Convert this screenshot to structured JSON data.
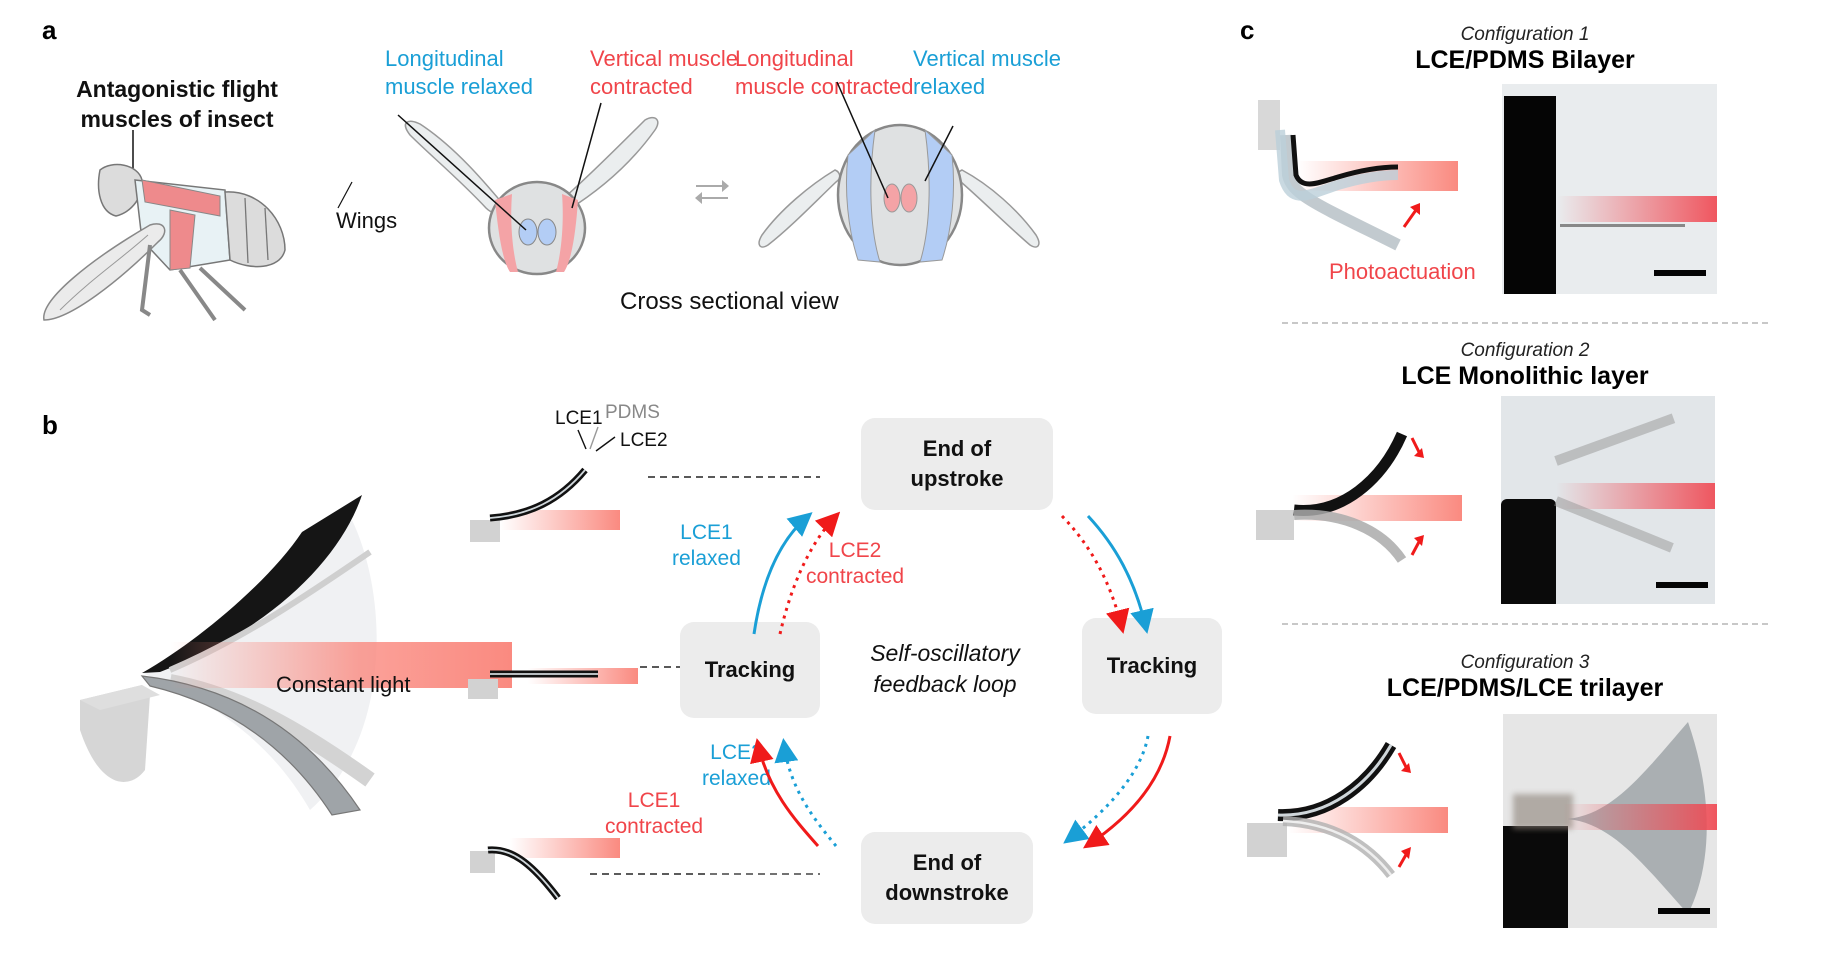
{
  "panels": {
    "a": {
      "label": "a",
      "title_line1": "Antagonistic flight",
      "title_line2": "muscles of insect",
      "left_state": {
        "longitudinal_line1": "Longitudinal",
        "longitudinal_line2": "muscle relaxed",
        "vertical_line1": "Vertical muscle",
        "vertical_line2": "contracted",
        "wings": "Wings"
      },
      "right_state": {
        "longitudinal_line1": "Longitudinal",
        "longitudinal_line2": "muscle contracted",
        "vertical_line1": "Vertical muscle",
        "vertical_line2": "relaxed"
      },
      "caption": "Cross sectional view",
      "icons": [
        "insect-illustration",
        "thorax-cross-section-icon",
        "equilibrium-arrows-icon"
      ]
    },
    "b": {
      "label": "b",
      "constant_light": "Constant light",
      "layers": {
        "lce1": "LCE1",
        "pdms": "PDMS",
        "lce2": "LCE2"
      },
      "center_line1": "Self-oscillatory",
      "center_line2": "feedback loop",
      "nodes": {
        "top_line1": "End of",
        "top_line2": "upstroke",
        "left": "Tracking",
        "right": "Tracking",
        "bottom_line1": "End of",
        "bottom_line2": "downstroke"
      },
      "arrow_labels": {
        "up_left_blue_1": "LCE1",
        "up_left_blue_2": "relaxed",
        "up_left_red_1": "LCE2",
        "up_left_red_2": "contracted",
        "down_left_blue_1": "LCE2",
        "down_left_blue_2": "relaxed",
        "down_left_red_1": "LCE1",
        "down_left_red_2": "contracted"
      }
    },
    "c": {
      "label": "c",
      "configs": [
        {
          "subtitle": "Configuration 1",
          "title": "LCE/PDMS Bilayer",
          "note": "Photoactuation"
        },
        {
          "subtitle": "Configuration 2",
          "title": "LCE Monolithic layer"
        },
        {
          "subtitle": "Configuration 3",
          "title": "LCE/PDMS/LCE trilayer"
        }
      ]
    }
  },
  "colors": {
    "blue": "#1a9fd6",
    "red": "#f0454a",
    "muscle_red": "#f4a3a6",
    "muscle_blue": "#b3cdf5",
    "light_beam": "#fa8a80",
    "node_bg": "#ececec"
  }
}
